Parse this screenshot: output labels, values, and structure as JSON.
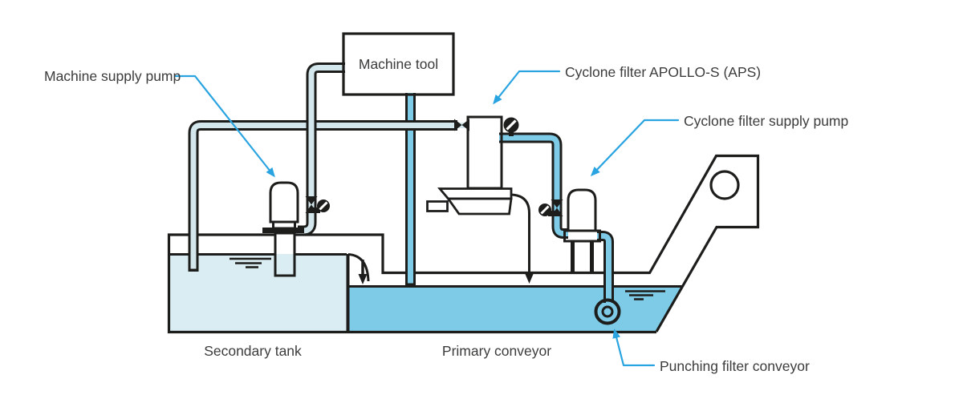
{
  "diagram": {
    "title_hint": "Coolant cyclone filtration system schematic",
    "labels": {
      "machine_tool": "Machine tool",
      "machine_supply_pump": "Machine supply pump",
      "cyclone_filter": "Cyclone filter APOLLO-S (APS)",
      "cyclone_filter_supply_pump": "Cyclone filter supply pump",
      "secondary_tank": "Secondary tank",
      "primary_conveyor": "Primary conveyor",
      "punching_filter_conveyor": "Punching filter conveyor"
    },
    "colors": {
      "outline": "#1d1d1b",
      "text": "#3c3c3b",
      "label_line": "#29a4e1",
      "pipe_clean": "#d3e7ec",
      "pipe_blue": "#7ecbe7",
      "liquid_primary": "#7ecbe7",
      "liquid_secondary": "#d9edf2",
      "filter_body": "#eae8a3",
      "white": "#ffffff"
    },
    "icons": {
      "gauge": "pressure-gauge-icon",
      "valve": "valve-icon",
      "flow_arrow": "flow-arrow-icon"
    }
  }
}
